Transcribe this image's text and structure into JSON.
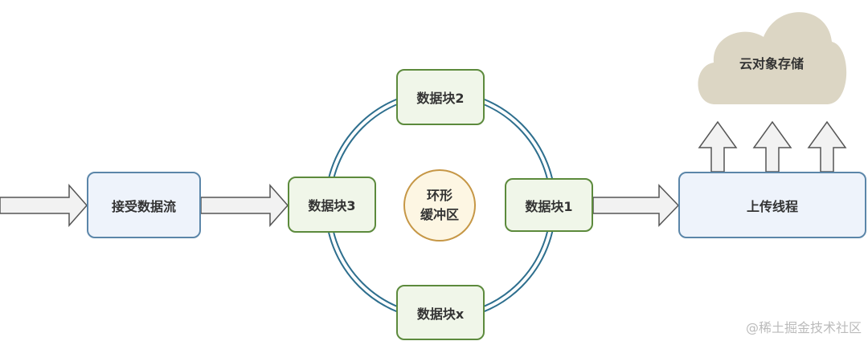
{
  "receive": {
    "label": "接受数据流"
  },
  "ring": {
    "center_line1": "环形",
    "center_line2": "缓冲区",
    "blocks": [
      "数据块2",
      "数据块3",
      "数据块1",
      "数据块x"
    ]
  },
  "upload": {
    "label": "上传线程"
  },
  "cloud": {
    "label": "云对象存储"
  },
  "watermark": "@稀土掘金技术社区",
  "colors": {
    "blue_fill": "#eef3fb",
    "blue_border": "#5b86a9",
    "green_fill": "#f0f6e9",
    "green_border": "#5c8a3c",
    "ring": "#2e6f8e",
    "center_fill": "#fdf6e3",
    "center_border": "#c69746",
    "cloud_fill": "#dcd6c4"
  }
}
